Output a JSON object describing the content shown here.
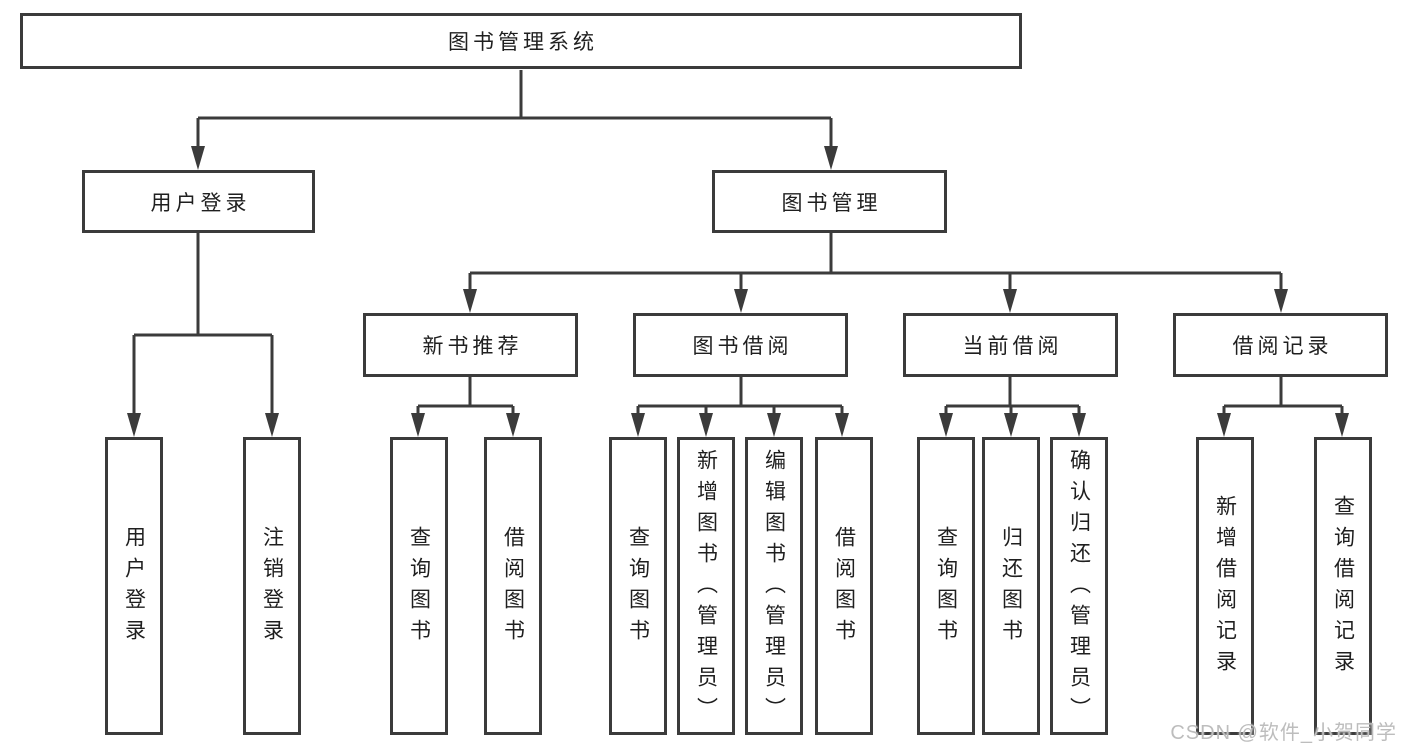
{
  "colors": {
    "line": "#3b3b3b",
    "box_border": "#3b3b3b",
    "text": "#1f1f1f",
    "watermark": "#bdbdbd",
    "background": "#ffffff"
  },
  "watermark": "CSDN @软件_小贺同学",
  "tree": {
    "label": "图书管理系统",
    "children": [
      {
        "label": "用户登录",
        "children": [
          {
            "label": "用户登录"
          },
          {
            "label": "注销登录"
          }
        ]
      },
      {
        "label": "图书管理",
        "children": [
          {
            "label": "新书推荐",
            "children": [
              {
                "label": "查询图书"
              },
              {
                "label": "借阅图书"
              }
            ]
          },
          {
            "label": "图书借阅",
            "children": [
              {
                "label": "查询图书"
              },
              {
                "label": "新增图书（管理员）"
              },
              {
                "label": "编辑图书（管理员）"
              },
              {
                "label": "借阅图书"
              }
            ]
          },
          {
            "label": "当前借阅",
            "children": [
              {
                "label": "查询图书"
              },
              {
                "label": "归还图书"
              },
              {
                "label": "确认归还（管理员）"
              }
            ]
          },
          {
            "label": "借阅记录",
            "children": [
              {
                "label": "新增借阅记录"
              },
              {
                "label": "查询借阅记录"
              }
            ]
          }
        ]
      }
    ]
  }
}
